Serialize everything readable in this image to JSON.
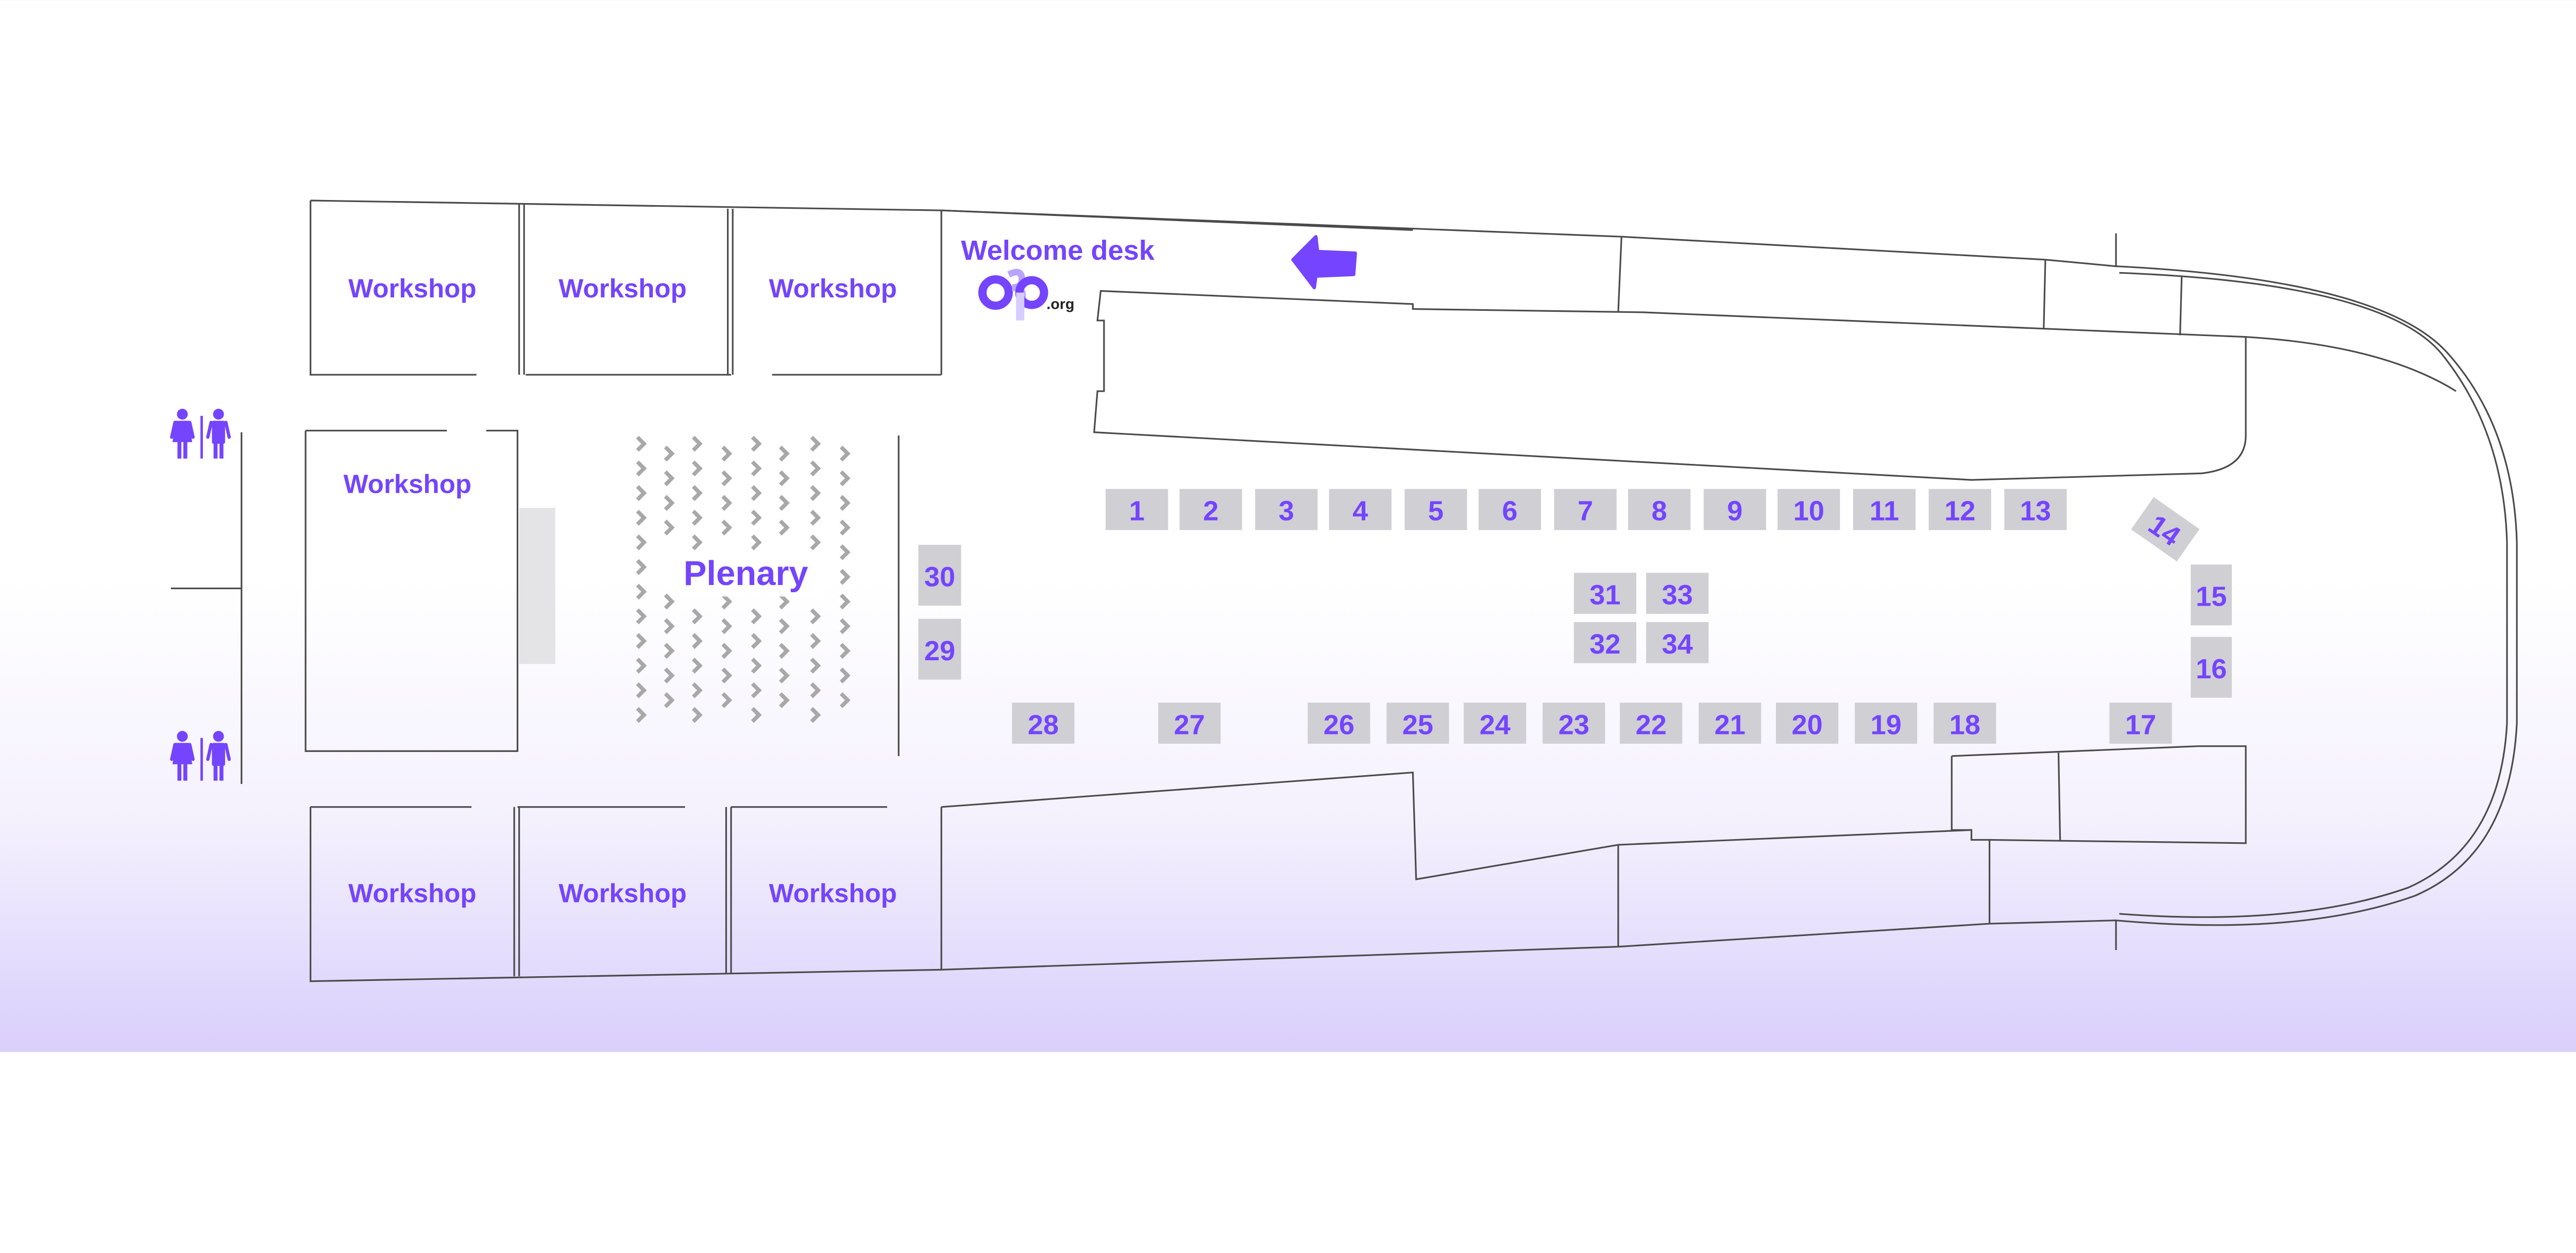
{
  "map": {
    "rooms": {
      "workshop_top_1": "Workshop",
      "workshop_top_2": "Workshop",
      "workshop_top_3": "Workshop",
      "workshop_left": "Workshop",
      "workshop_bottom_1": "Workshop",
      "workshop_bottom_2": "Workshop",
      "workshop_bottom_3": "Workshop",
      "plenary": "Plenary"
    },
    "welcome_desk": "Welcome desk",
    "logo": {
      "text": "c3p",
      "suffix": ".org"
    },
    "accent_color": "#7444ff",
    "booth_color": "#cfcfd4",
    "icons": [
      "restroom-icon",
      "entrance-arrow-icon"
    ],
    "booths": [
      "1",
      "2",
      "3",
      "4",
      "5",
      "6",
      "7",
      "8",
      "9",
      "10",
      "11",
      "12",
      "13",
      "14",
      "15",
      "16",
      "17",
      "18",
      "19",
      "20",
      "21",
      "22",
      "23",
      "24",
      "25",
      "26",
      "27",
      "28",
      "29",
      "30",
      "31",
      "32",
      "33",
      "34"
    ]
  }
}
